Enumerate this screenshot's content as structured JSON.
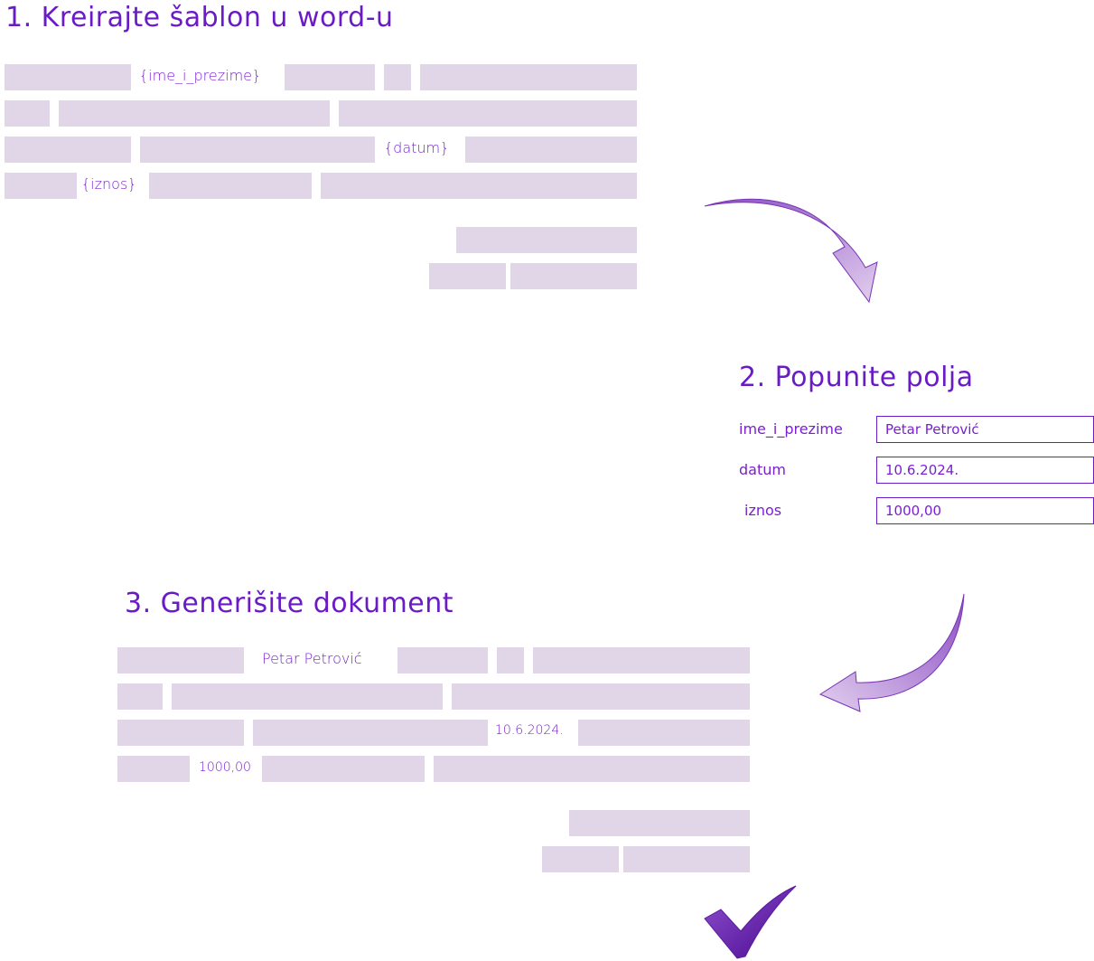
{
  "step1": {
    "title": "1. Kreirajte šablon u word-u",
    "placeholders": {
      "name": "{ime_i_prezime}",
      "date": "{datum}",
      "amount": "{iznos}"
    }
  },
  "step2": {
    "title": "2. Popunite polja",
    "fields": [
      {
        "label": "ime_i_prezime",
        "value": "Petar Petrović"
      },
      {
        "label": "datum",
        "value": "10.6.2024."
      },
      {
        "label": "iznos",
        "value": "1000,00"
      }
    ]
  },
  "step3": {
    "title": "3. Generišite dokument",
    "values": {
      "name": "Petar Petrović",
      "date": "10.6.2024.",
      "amount": "1000,00"
    }
  },
  "colors": {
    "accent": "#6a1bc6",
    "bar": "#e1d6e8",
    "arrow_light": "#d7bde6",
    "arrow_dark": "#7a35b8"
  },
  "icons": {
    "arrow1": "curved-arrow-icon",
    "arrow2": "curved-arrow-icon",
    "done": "checkmark-icon"
  }
}
